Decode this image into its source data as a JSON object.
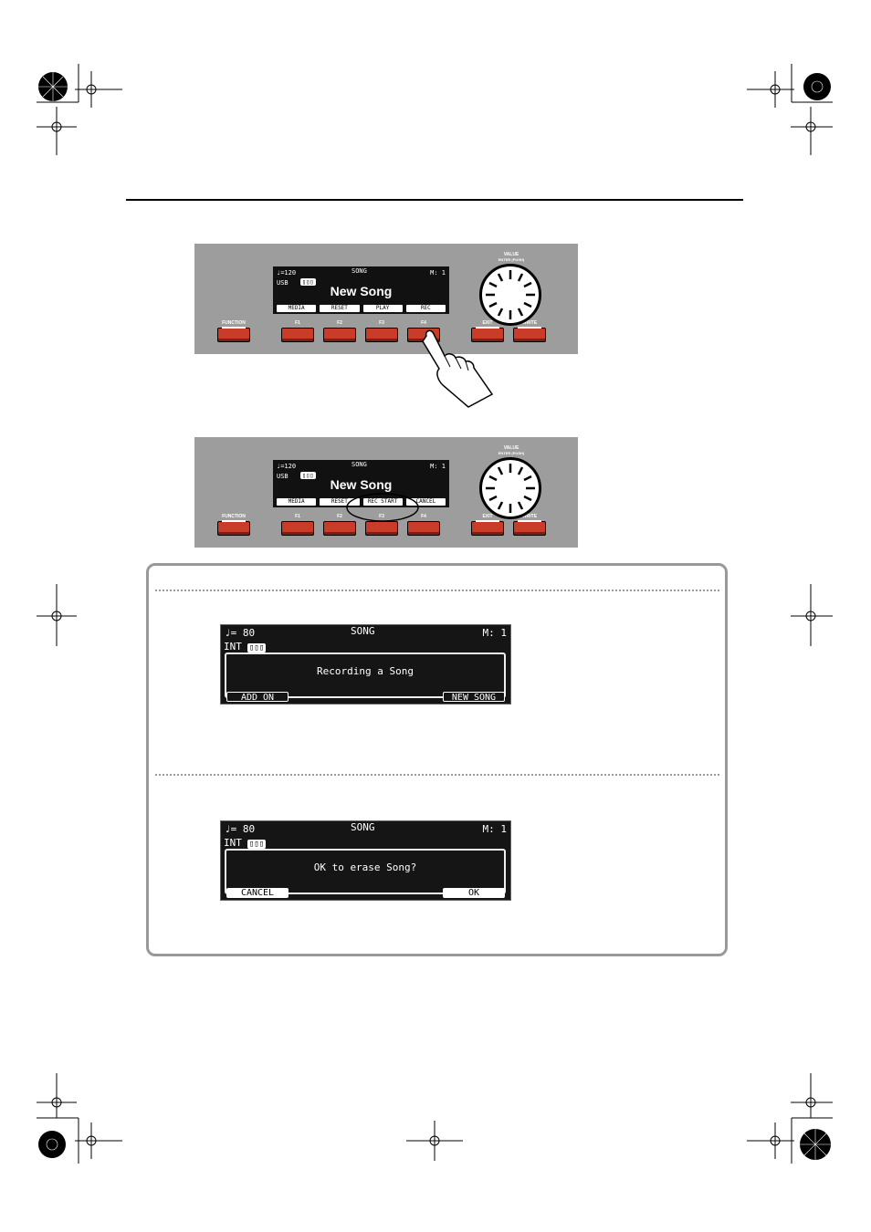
{
  "panel1": {
    "lcd": {
      "tempo": "♩=120",
      "title": "SONG",
      "measure": "M: 1",
      "source": "USB",
      "song": "New Song",
      "tabs": [
        "MEDIA",
        "RESET",
        "PLAY",
        "REC"
      ]
    },
    "labels": {
      "function": "FUNCTION",
      "f1": "F1",
      "f2": "F2",
      "f3": "F3",
      "f4": "F4",
      "exit": "EXIT",
      "write": "WRITE",
      "value": "VALUE",
      "value_sub": "ENTER (PUSH)"
    }
  },
  "panel2": {
    "lcd": {
      "tempo": "♩=120",
      "title": "SONG",
      "measure": "M: 1",
      "source": "USB",
      "song": "New Song",
      "tabs": [
        "MEDIA",
        "RESET",
        "REC START",
        "CANCEL"
      ]
    },
    "labels": {
      "function": "FUNCTION",
      "f1": "F1",
      "f2": "F2",
      "f3": "F3",
      "f4": "F4",
      "exit": "EXIT",
      "write": "WRITE",
      "value": "VALUE",
      "value_sub": "ENTER (PUSH)"
    }
  },
  "screen1": {
    "tempo": "♩= 80",
    "title": "SONG",
    "measure": "M:  1",
    "source": "INT",
    "message": "Recording a Song",
    "left_button": "ADD ON",
    "right_button": "NEW SONG"
  },
  "screen2": {
    "tempo": "♩= 80",
    "title": "SONG",
    "measure": "M:  1",
    "source": "INT",
    "message": "OK to erase Song?",
    "left_button": "CANCEL",
    "right_button": "OK"
  }
}
